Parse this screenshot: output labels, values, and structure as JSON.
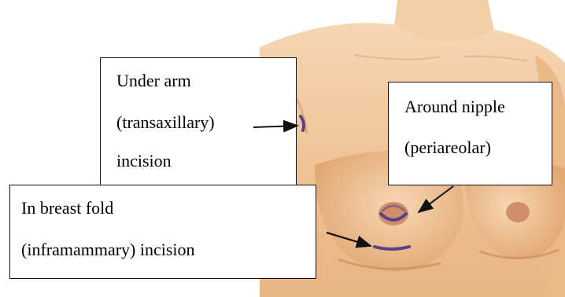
{
  "labels": {
    "underarm": {
      "line1": "Under arm",
      "line2": "(transaxillary)",
      "line3": "incision"
    },
    "nipple": {
      "line1": "Around nipple",
      "line2": "(periareolar)"
    },
    "fold": {
      "line1": "In breast fold",
      "line2": "(inframammary) incision"
    }
  },
  "colors": {
    "skin": "#f0c49a",
    "skin_shadow": "#d89e6e",
    "incision": "#5b3f8c",
    "arrow": "#111111"
  }
}
